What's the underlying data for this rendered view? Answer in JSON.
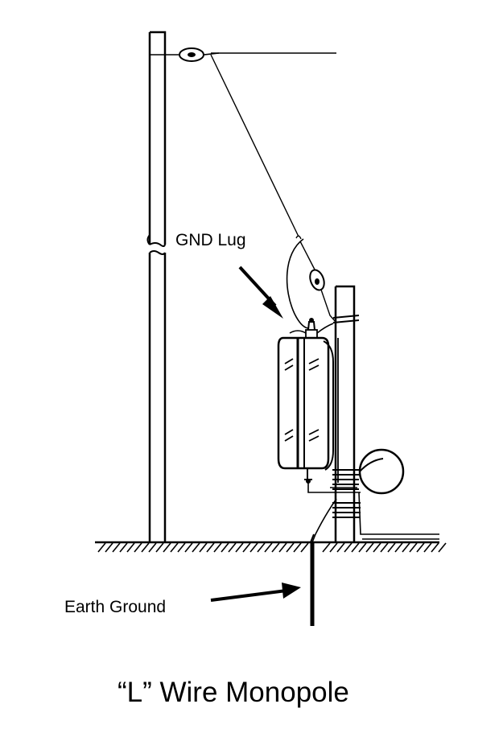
{
  "diagram": {
    "labels": {
      "gnd_lug": "GND Lug",
      "earth_ground": "Earth Ground"
    },
    "caption": "“L” Wire Monopole"
  }
}
